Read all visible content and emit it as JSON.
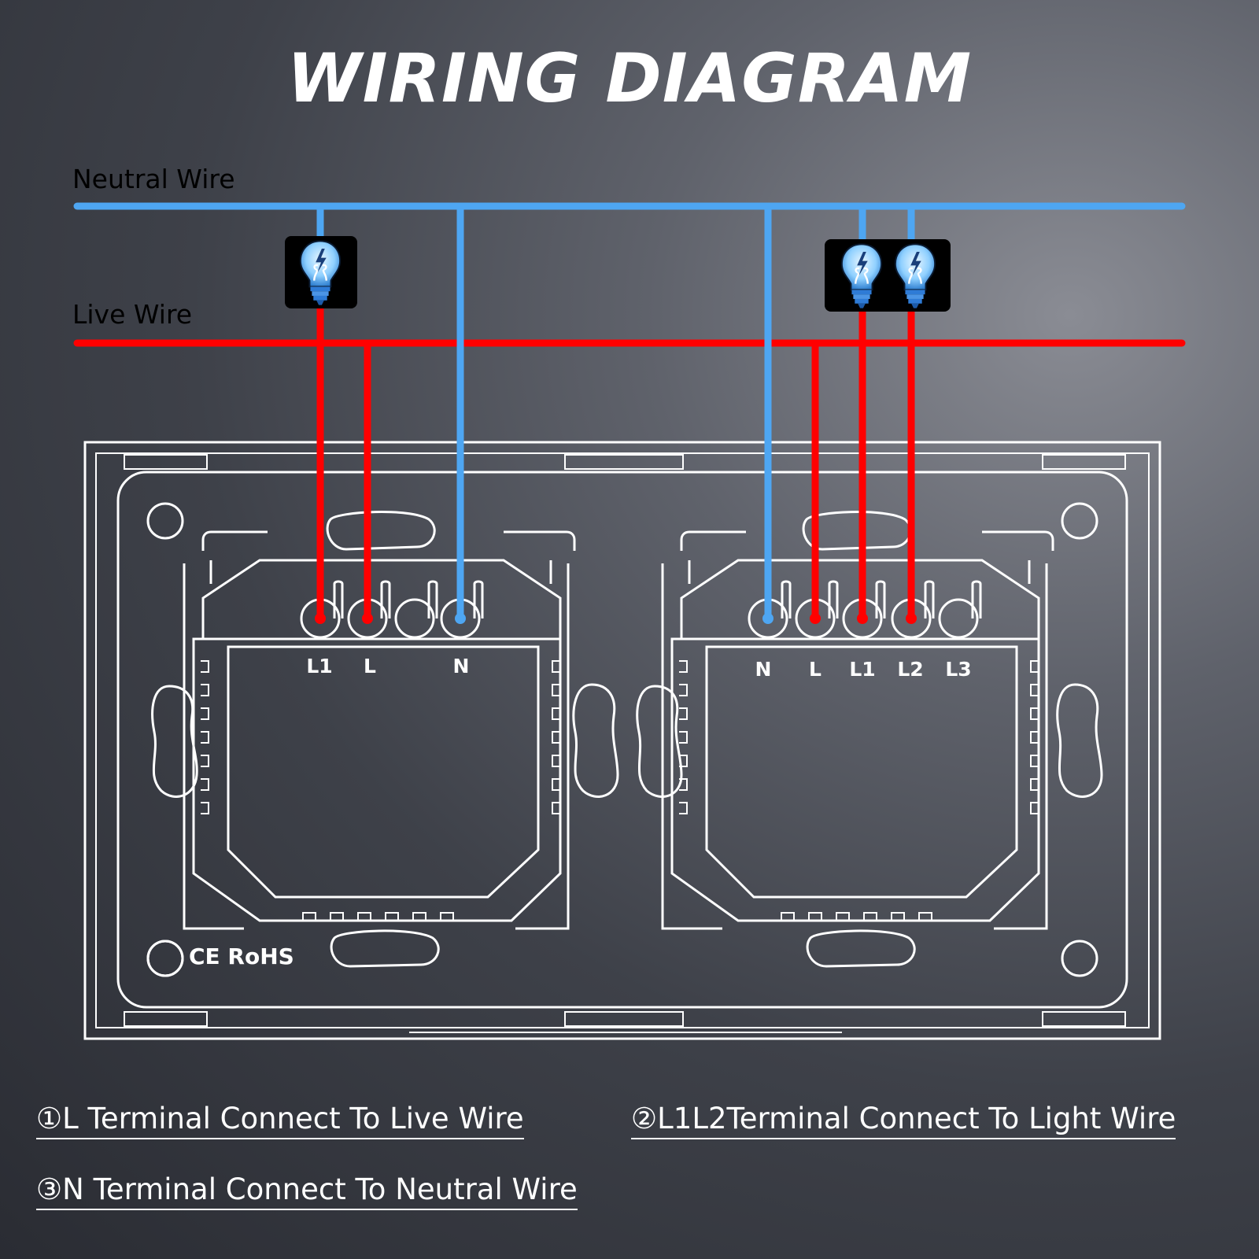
{
  "title": "WIRING DIAGRAM",
  "wires": {
    "neutral": {
      "label": "Neutral Wire",
      "color": "#4ea6f2"
    },
    "live": {
      "label": "Live Wire",
      "color": "#ff0000"
    }
  },
  "modules": [
    {
      "name": "two-gang-module",
      "terminals": [
        "L1",
        "L",
        "N"
      ]
    },
    {
      "name": "three-gang-module",
      "terminals": [
        "N",
        "L",
        "L1",
        "L2",
        "L3"
      ]
    }
  ],
  "icons": [
    "light-bulb-icon",
    "light-bulb-icon",
    "light-bulb-icon"
  ],
  "certifications": "CE RoHS",
  "notes": [
    "①L Terminal Connect To Live Wire",
    "②L1L2Terminal Connect To Light Wire",
    "③N Terminal Connect To Neutral Wire"
  ]
}
